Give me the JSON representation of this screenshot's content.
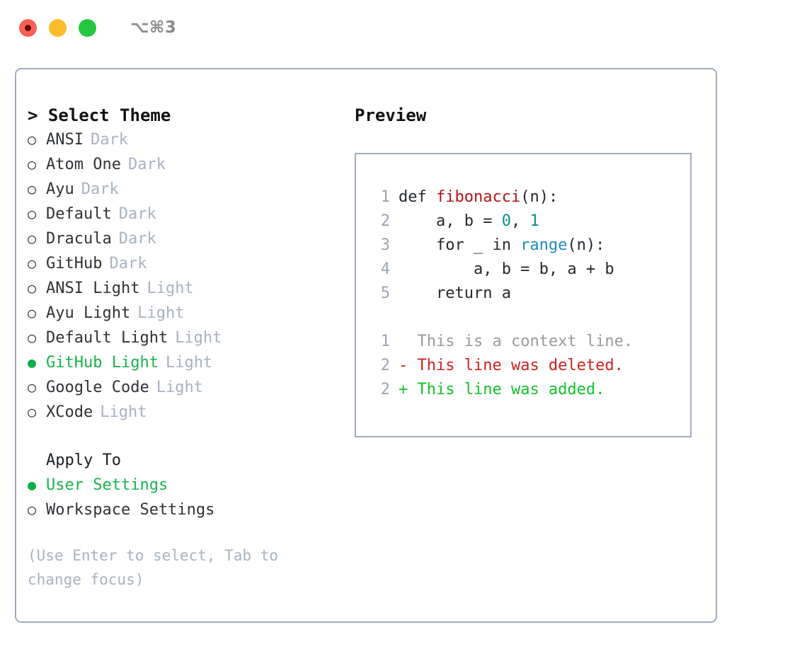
{
  "titlebar": {
    "shortcut": "⌥⌘3",
    "buttons": {
      "close": "close-button",
      "minimize": "minimize-button",
      "maximize": "maximize-button"
    }
  },
  "colors": {
    "accent_green": "#17b34d",
    "bullet_green": "#0ab04a",
    "muted": "#a8b2c0",
    "border": "#9fabbb",
    "text": "#2f3236",
    "diff_add": "#12c32a",
    "diff_del": "#cf2020",
    "diff_ctx": "#9a9a9a",
    "code_fn": "#b31518",
    "code_num": "#0b8f8f",
    "code_call": "#1b8bc4"
  },
  "theme_panel": {
    "title": "> Select Theme",
    "focused": true,
    "options": [
      {
        "marker": "○",
        "label": "ANSI",
        "suffix": "Dark",
        "selected": false
      },
      {
        "marker": "○",
        "label": "Atom One",
        "suffix": "Dark",
        "selected": false
      },
      {
        "marker": "○",
        "label": "Ayu",
        "suffix": "Dark",
        "selected": false
      },
      {
        "marker": "○",
        "label": "Default",
        "suffix": "Dark",
        "selected": false
      },
      {
        "marker": "○",
        "label": "Dracula",
        "suffix": "Dark",
        "selected": false
      },
      {
        "marker": "○",
        "label": "GitHub",
        "suffix": "Dark",
        "selected": false
      },
      {
        "marker": "○",
        "label": "ANSI Light",
        "suffix": "Light",
        "selected": false
      },
      {
        "marker": "○",
        "label": "Ayu Light",
        "suffix": "Light",
        "selected": false
      },
      {
        "marker": "○",
        "label": "Default Light",
        "suffix": "Light",
        "selected": false
      },
      {
        "marker": "●",
        "label": "GitHub Light",
        "suffix": "Light",
        "selected": true
      },
      {
        "marker": "○",
        "label": "Google Code",
        "suffix": "Light",
        "selected": false
      },
      {
        "marker": "○",
        "label": "XCode",
        "suffix": "Light",
        "selected": false
      }
    ]
  },
  "apply_to": {
    "title": "Apply To",
    "options": [
      {
        "marker": "●",
        "label": "User Settings",
        "selected": true
      },
      {
        "marker": "○",
        "label": "Workspace Settings",
        "selected": false
      }
    ]
  },
  "hint": "(Use Enter to select, Tab to change focus)",
  "preview": {
    "title": "Preview",
    "code_lines": [
      {
        "number": "1",
        "tokens": [
          {
            "text": "def ",
            "kind": "plain"
          },
          {
            "text": "fibonacci",
            "kind": "fn"
          },
          {
            "text": "(n):",
            "kind": "plain"
          }
        ]
      },
      {
        "number": "2",
        "tokens": [
          {
            "text": "    a, b = ",
            "kind": "plain"
          },
          {
            "text": "0",
            "kind": "num"
          },
          {
            "text": ", ",
            "kind": "plain"
          },
          {
            "text": "1",
            "kind": "num"
          }
        ]
      },
      {
        "number": "3",
        "tokens": [
          {
            "text": "    for _ in ",
            "kind": "plain"
          },
          {
            "text": "range",
            "kind": "call"
          },
          {
            "text": "(n):",
            "kind": "plain"
          }
        ]
      },
      {
        "number": "4",
        "tokens": [
          {
            "text": "        a, b = b, a + b",
            "kind": "plain"
          }
        ]
      },
      {
        "number": "5",
        "tokens": [
          {
            "text": "    return a",
            "kind": "plain"
          }
        ]
      }
    ],
    "diff_lines": [
      {
        "number": "1",
        "prefix": "  ",
        "text": "This is a context line.",
        "kind": "ctx"
      },
      {
        "number": "2",
        "prefix": "- ",
        "text": "This line was deleted.",
        "kind": "del"
      },
      {
        "number": "2",
        "prefix": "+ ",
        "text": "This line was added.",
        "kind": "add"
      }
    ]
  }
}
